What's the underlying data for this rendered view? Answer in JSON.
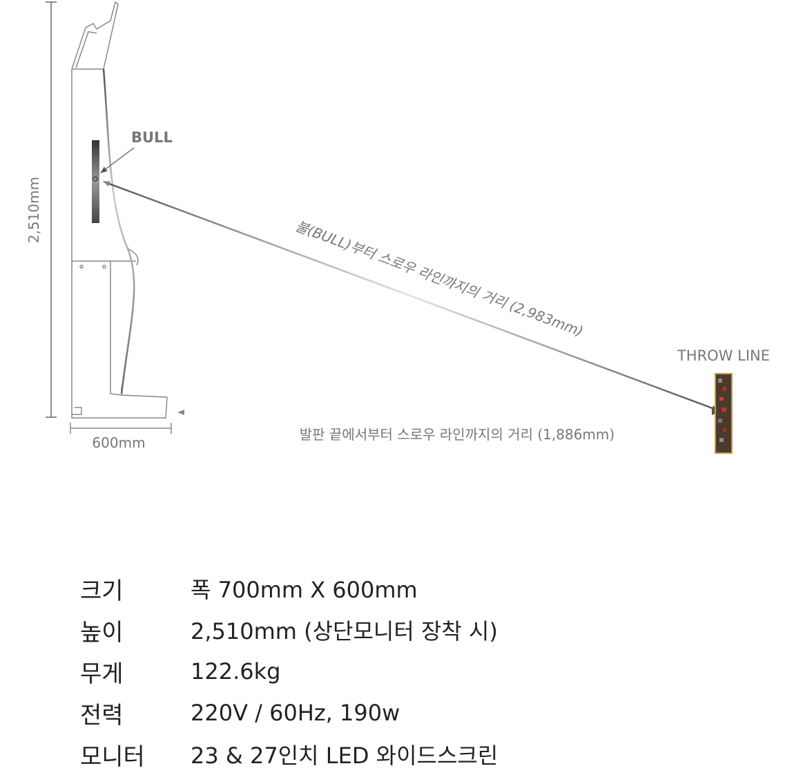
{
  "diagram": {
    "bull_label": "BULL",
    "throw_line_label": "THROW LINE",
    "height_dimension": "2,510mm",
    "width_dimension": "600mm",
    "diagonal_distance": "불(BULL)부터 스로우 라인까지의 거리 (2,983mm)",
    "floor_distance": "발판 끝에서부터 스로우 라인까지의 거리 (1,886mm)"
  },
  "specs": [
    {
      "label": "크기",
      "value": "폭 700mm X 600mm"
    },
    {
      "label": "높이",
      "value": "2,510mm (상단모니터 장착 시)"
    },
    {
      "label": "무게",
      "value": "122.6kg"
    },
    {
      "label": "전력",
      "value": "220V / 60Hz, 190w"
    },
    {
      "label": "모니터",
      "value": "23 & 27인치 LED 와이드스크린"
    }
  ]
}
